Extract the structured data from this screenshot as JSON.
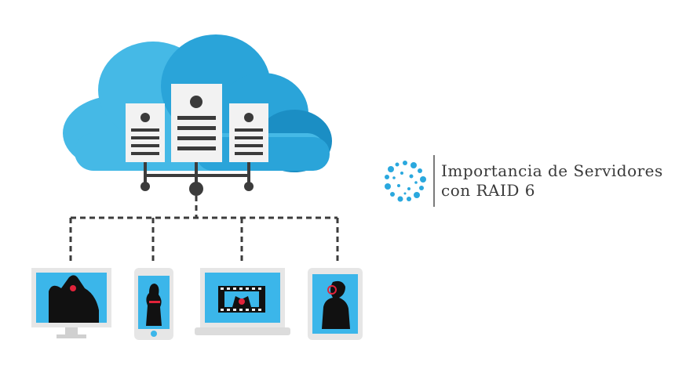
{
  "title": {
    "line1": "Importancia de Servidores",
    "line2": "con RAID 6"
  },
  "icons": {
    "cloud": "cloud-icon",
    "server": "server-icon",
    "logo": "dotted-circle-logo"
  },
  "colors": {
    "cloud_light": "#45b9e6",
    "cloud_mid": "#2aa4d9",
    "cloud_dark": "#1b8ec4",
    "server_body": "#f2f2f2",
    "server_detail": "#3a3a3a",
    "connector": "#3c3c3c",
    "screen": "#3bb6ea",
    "device_frame": "#e6e6e6",
    "title_text": "#3a3a3a",
    "logo": "#2aa8de"
  }
}
